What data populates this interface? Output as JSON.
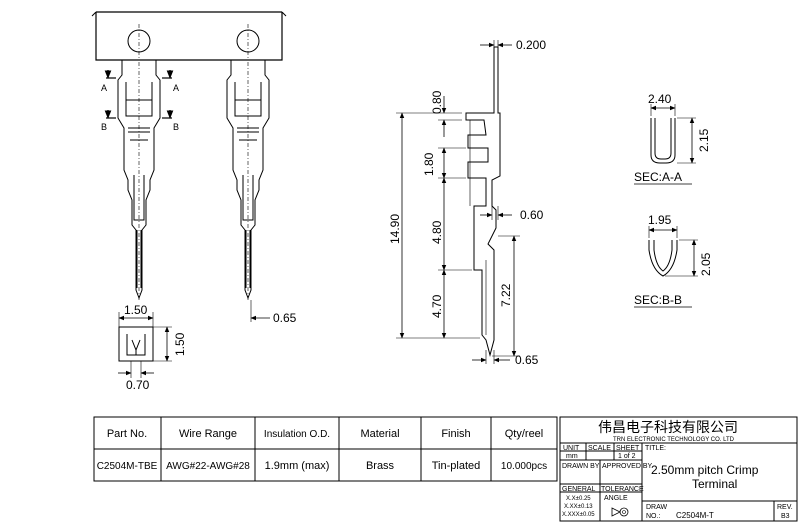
{
  "views": {
    "top_pair": {
      "labels_A": [
        "A",
        "A"
      ],
      "labels_B": [
        "B",
        "B"
      ],
      "pin_dim": "0.65"
    },
    "end_view": {
      "width_dim": "1.50",
      "height_dim": "1.50",
      "slot_dim": "0.70"
    },
    "side_view": {
      "dims": {
        "thickness": "0.200",
        "tab": "0.80",
        "spring": "1.80",
        "overall": "14.90",
        "mid": "4.80",
        "lance": "0.60",
        "lower": "4.70",
        "tip_len": "7.22",
        "pin": "0.65"
      }
    },
    "section_a": {
      "width_dim": "2.40",
      "height_dim": "2.15",
      "caption": "SEC:A-A"
    },
    "section_b": {
      "width_dim": "1.95",
      "height_dim": "2.05",
      "caption": "SEC:B-B"
    }
  },
  "spec_table": {
    "headers": [
      "Part No.",
      "Wire Range",
      "Insulation O.D.",
      "Material",
      "Finish",
      "Qty/reel"
    ],
    "row": [
      "C2504M-TBE",
      "AWG#22-AWG#28",
      "1.9mm (max)",
      "Brass",
      "Tin-plated",
      "10.000pcs"
    ]
  },
  "title_block": {
    "company_cn": "伟昌电子科技有限公司",
    "company_en": "TRN ELECTRONIC TECHNOLOGY CO. LTD",
    "unit_label": "UNIT",
    "unit_value": "mm",
    "scale_label": "SCALE",
    "sheet_label": "SHEET",
    "sheet_value": "1 of 2",
    "title_label": "TITLE:",
    "title_line1": "2.50mm pitch Crimp",
    "title_line2": "Terminal",
    "drawn_by": "DRAWN BY",
    "approved_by": "APPROVED BY",
    "general_label": "GENERAL",
    "tolerance_label": "TOLERANCE",
    "tol_1": "X.X±0.25",
    "tol_2": "X.XX±0.13",
    "tol_3": "X.XXX±0.05",
    "angle_label": "ANGLE",
    "draw_label": "DRAW",
    "no_label": "NO.:",
    "draw_no": "C2504M-T",
    "rev_label": "REV.",
    "rev_value": "B3"
  }
}
